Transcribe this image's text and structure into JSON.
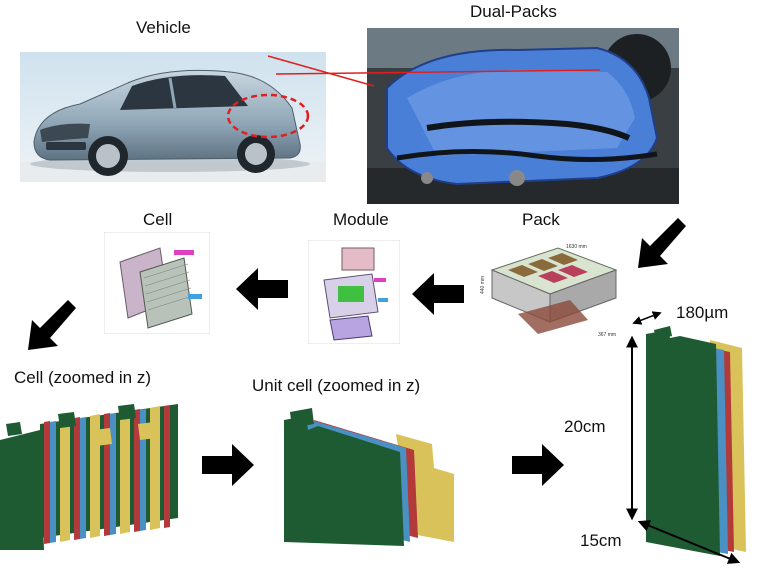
{
  "labels": {
    "vehicle": "Vehicle",
    "dual_packs": "Dual-Packs",
    "cell": "Cell",
    "module": "Module",
    "pack": "Pack",
    "cell_zoomed": "Cell (zoomed in z)",
    "unit_cell_zoomed": "Unit cell (zoomed in z)"
  },
  "dimensions": {
    "thickness": "180µm",
    "height": "20cm",
    "width": "15cm"
  },
  "pack_dims": {
    "length": "1630 mm",
    "height": "440 mm",
    "depth": "367 mm"
  },
  "colors": {
    "electrode_green": "#1e5b32",
    "separator_blue": "#4a90c2",
    "electrode_red": "#b23a3a",
    "collector_yellow": "#d9c25a",
    "pack_blue": "#4a7fd8",
    "arrow": "#000000",
    "highlight": "#e02020"
  },
  "icons": [
    "arrow-right-icon",
    "arrow-left-icon",
    "arrow-down-left-icon",
    "double-arrow-icon"
  ]
}
